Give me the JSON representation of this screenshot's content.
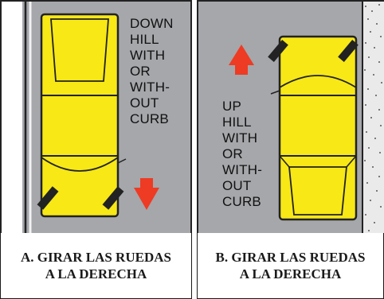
{
  "panels": [
    {
      "id": "A",
      "direction_lines": [
        "DOWN",
        "HILL",
        "WITH",
        "OR",
        "WITH-",
        "OUT",
        "CURB"
      ],
      "arrow": "down",
      "caption": {
        "line1": "A. GIRAR LAS RUEDAS",
        "line2": "A LA  DERECHA"
      }
    },
    {
      "id": "B",
      "direction_lines": [
        "UP",
        "HILL",
        "WITH",
        "OR",
        "WITH-",
        "OUT",
        "CURB"
      ],
      "arrow": "up",
      "caption": {
        "line1": "B. GIRAR LAS RUEDAS",
        "line2": "A LA DERECHA"
      }
    }
  ],
  "colors": {
    "road": "#a5a7aa",
    "car": "#f7e816",
    "outline": "#222222",
    "arrow": "#ee3b24",
    "curb_bg": "#eaeaea"
  }
}
